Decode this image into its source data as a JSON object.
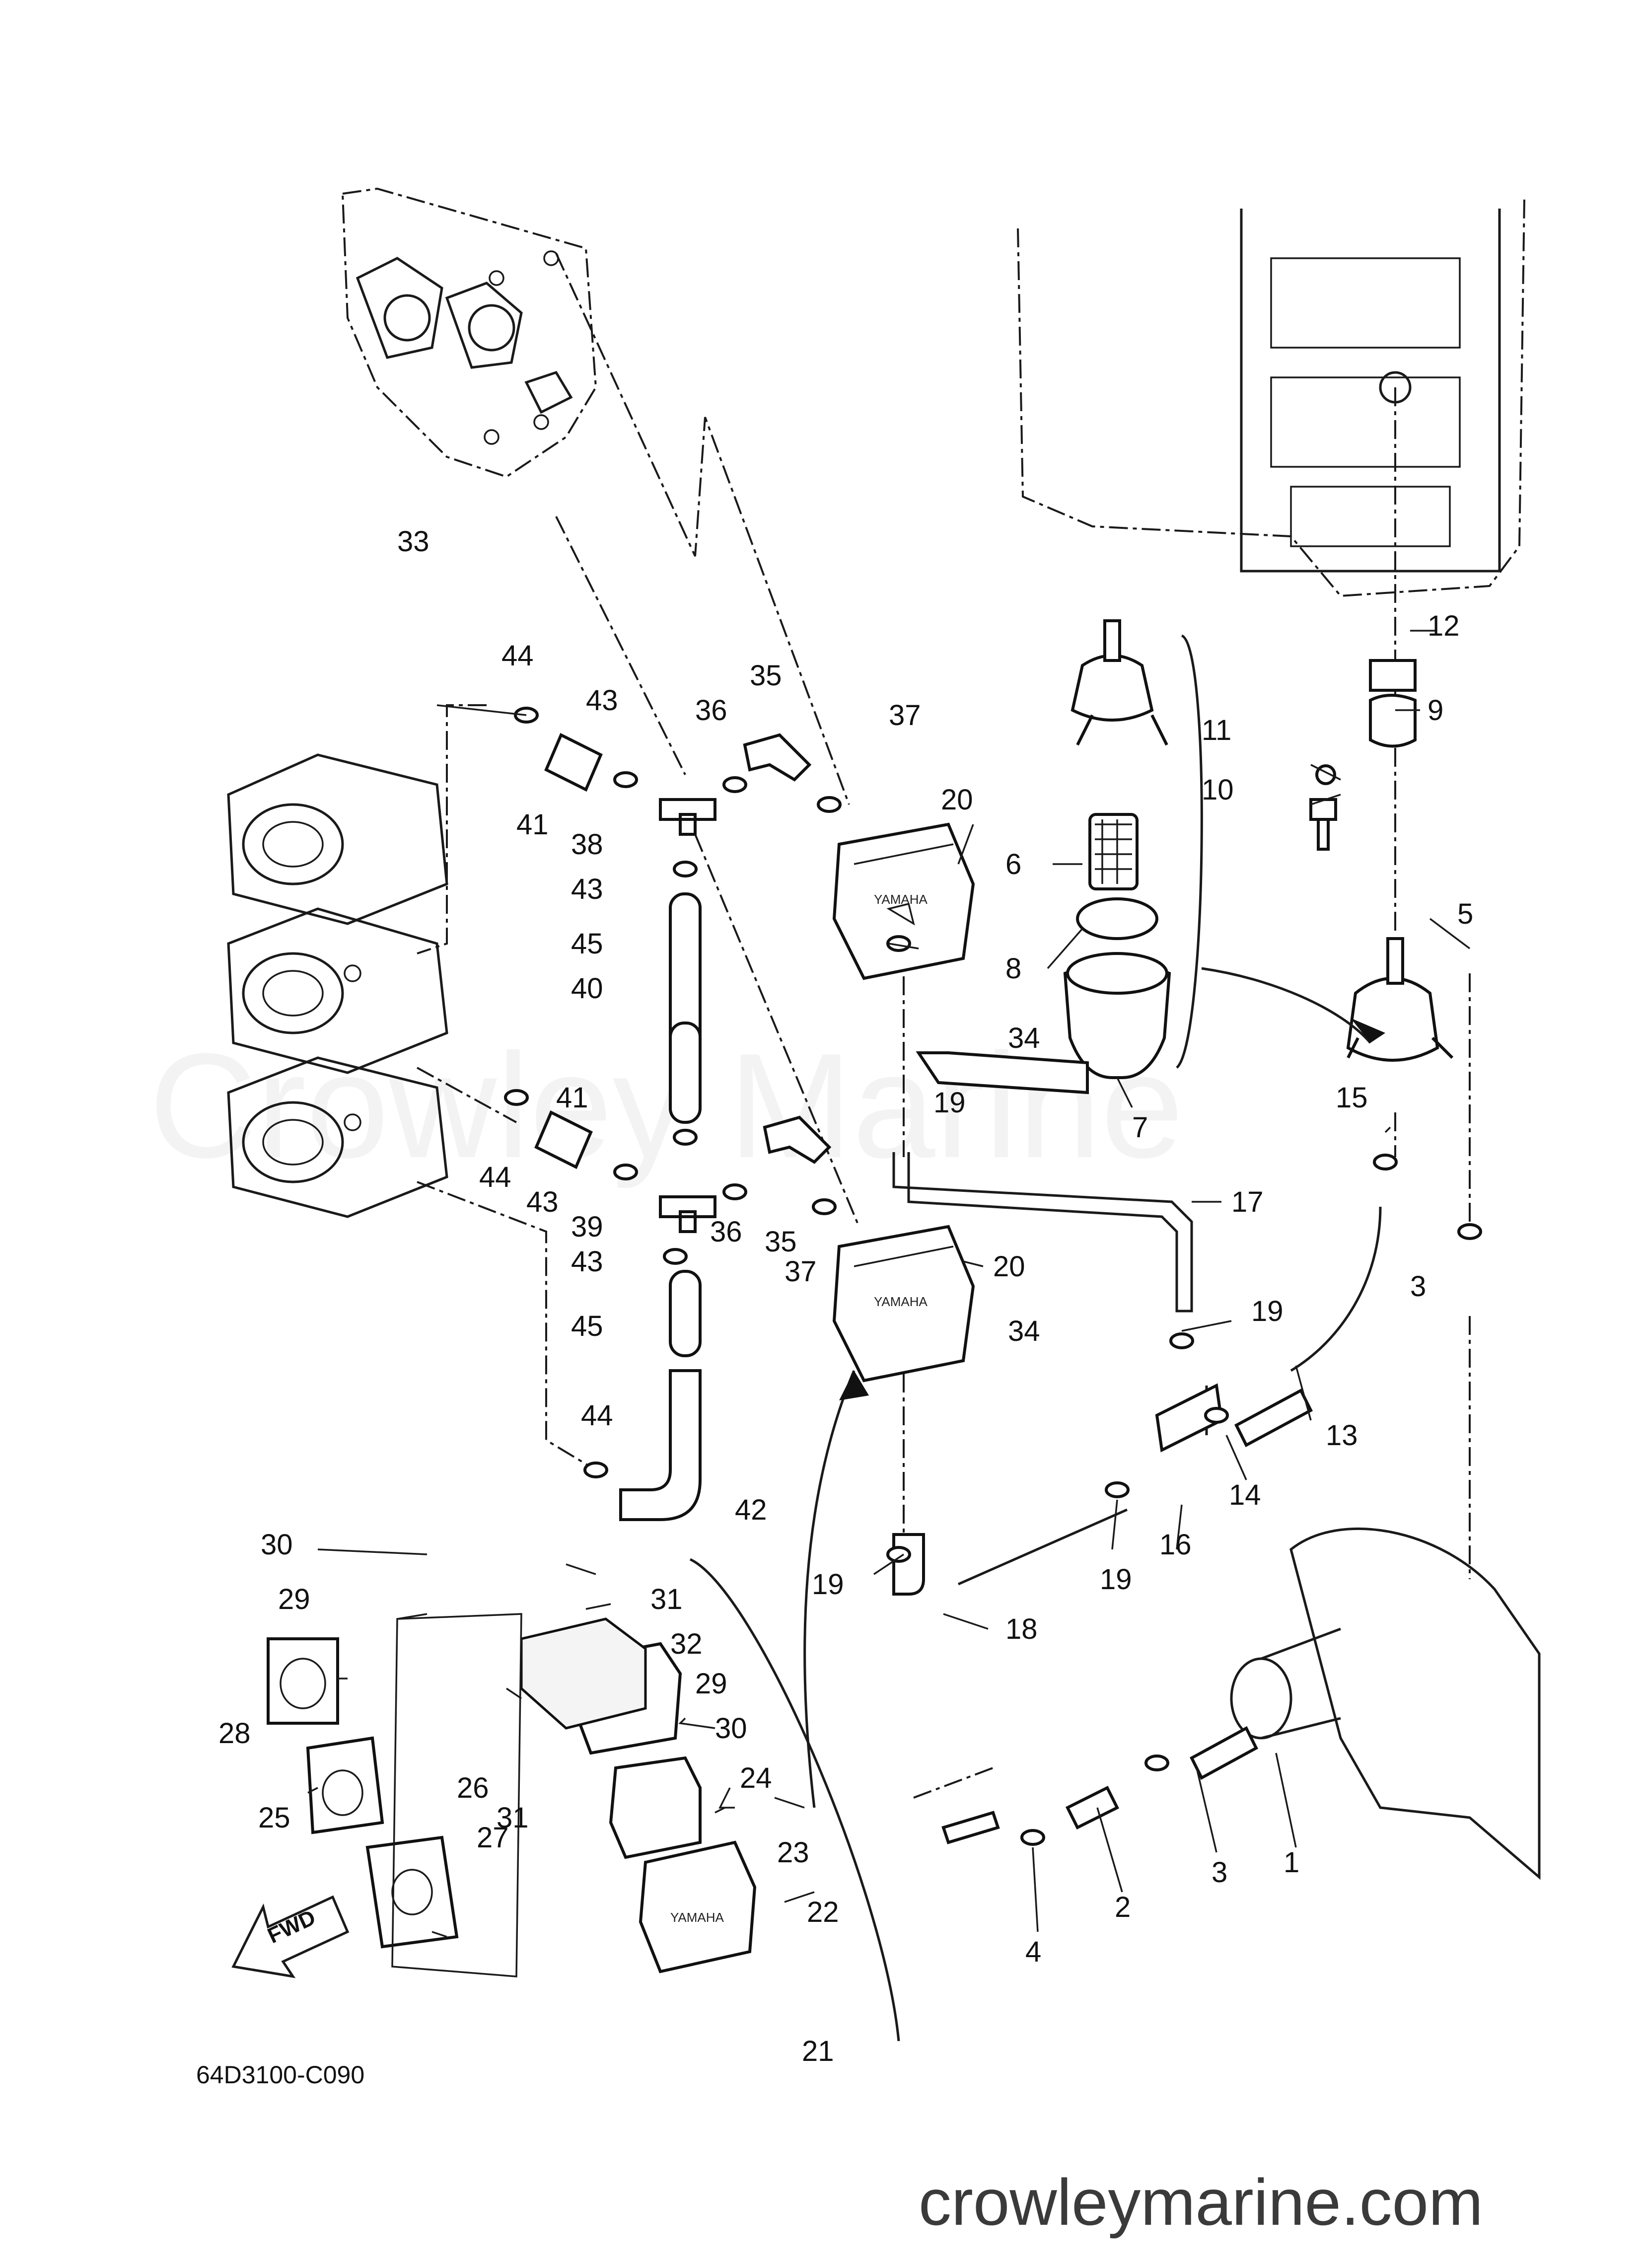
{
  "watermark": "Crowley Marine",
  "footer_url": "crowleymarine.com",
  "diagram_code": "64D3100-C090",
  "fwd_label": "FWD",
  "pump_brand": "YAMAHA",
  "callouts": {
    "c1": "1",
    "c2": "2",
    "c3a": "3",
    "c3b": "3",
    "c4": "4",
    "c5": "5",
    "c6": "6",
    "c7": "7",
    "c8": "8",
    "c9": "9",
    "c10": "10",
    "c11": "11",
    "c12": "12",
    "c13": "13",
    "c14": "14",
    "c15": "15",
    "c16": "16",
    "c17": "17",
    "c18": "18",
    "c19a": "19",
    "c19b": "19",
    "c19c": "19",
    "c19d": "19",
    "c20a": "20",
    "c20b": "20",
    "c21": "21",
    "c22": "22",
    "c23": "23",
    "c24": "24",
    "c25": "25",
    "c26": "26",
    "c27": "27",
    "c28": "28",
    "c29a": "29",
    "c29b": "29",
    "c30a": "30",
    "c30b": "30",
    "c31a": "31",
    "c31b": "31",
    "c32": "32",
    "c33": "33",
    "c34a": "34",
    "c34b": "34",
    "c35a": "35",
    "c35b": "35",
    "c36a": "36",
    "c36b": "36",
    "c37a": "37",
    "c37b": "37",
    "c38": "38",
    "c39": "39",
    "c40": "40",
    "c41a": "41",
    "c41b": "41",
    "c42": "42",
    "c43a": "43",
    "c43b": "43",
    "c43c": "43",
    "c43d": "43",
    "c44a": "44",
    "c44b": "44",
    "c44c": "44",
    "c45a": "45",
    "c45b": "45"
  }
}
